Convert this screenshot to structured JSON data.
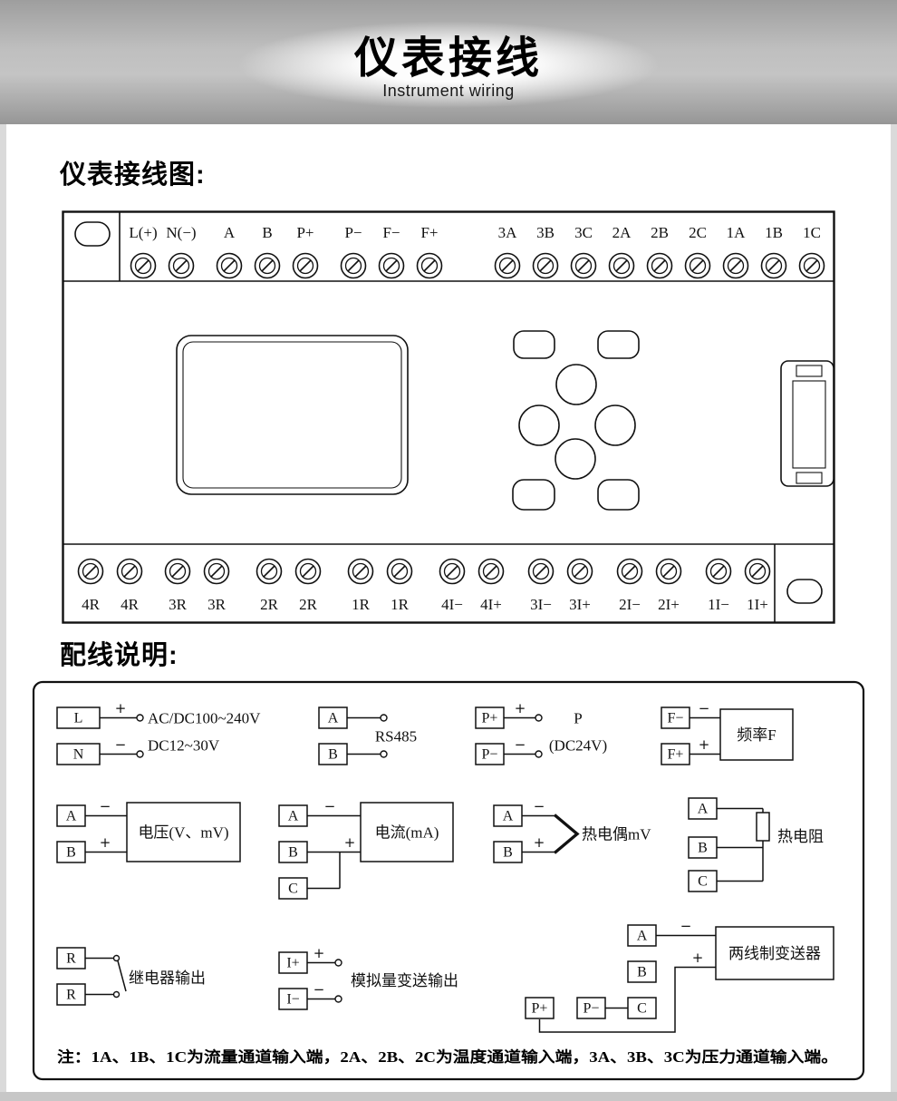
{
  "page": {
    "header": {
      "title": "仪表接线",
      "subtitle": "Instrument wiring"
    },
    "section_wiring_diagram": "仪表接线图:",
    "section_wiring_notes": "配线说明:"
  },
  "colors": {
    "ink": "#111111",
    "header_band_gray": "#a9a9a9",
    "edge_gray": "#dadada"
  },
  "terminal_board": {
    "top_labels": [
      "L(+)",
      "N(−)",
      "A",
      "B",
      "P+",
      "P−",
      "F−",
      "F+",
      "3A",
      "3B",
      "3C",
      "2A",
      "2B",
      "2C",
      "1A",
      "1B",
      "1C"
    ],
    "bottom_labels": [
      "4R",
      "4R",
      "3R",
      "3R",
      "2R",
      "2R",
      "1R",
      "1R",
      "4I−",
      "4I+",
      "3I−",
      "3I+",
      "2I−",
      "2I+",
      "1I−",
      "1I+"
    ]
  },
  "sym": {
    "plus": "+",
    "minus": "−"
  },
  "panels": {
    "power": {
      "t1": "L",
      "t2": "N",
      "line1": "AC/DC100~240V",
      "line2": "DC12~30V"
    },
    "rs485": {
      "t1": "A",
      "t2": "B",
      "label": "RS485"
    },
    "aux_power": {
      "t1": "P+",
      "t2": "P−",
      "line1": "P",
      "line2": "(DC24V)"
    },
    "frequency": {
      "t1": "F−",
      "t2": "F+",
      "label": "频率F"
    },
    "voltage": {
      "t1": "A",
      "t2": "B",
      "label": "电压(V、mV)"
    },
    "current": {
      "t1": "A",
      "t2": "B",
      "t3": "C",
      "label": "电流(mA)"
    },
    "thermocouple": {
      "t1": "A",
      "t2": "B",
      "label": "热电偶mV"
    },
    "rtd": {
      "t1": "A",
      "t2": "B",
      "t3": "C",
      "label": "热电阻"
    },
    "relay": {
      "t1": "R",
      "t2": "R",
      "label": "继电器输出"
    },
    "analog_out": {
      "t1": "I+",
      "t2": "I−",
      "label": "模拟量变送输出"
    },
    "transmitter": {
      "tA": "A",
      "tB": "B",
      "tC": "C",
      "tP": "P+",
      "tN": "P−",
      "label": "两线制变送器"
    }
  },
  "note": "注：1A、1B、1C为流量通道输入端，2A、2B、2C为温度通道输入端，3A、3B、3C为压力通道输入端。"
}
